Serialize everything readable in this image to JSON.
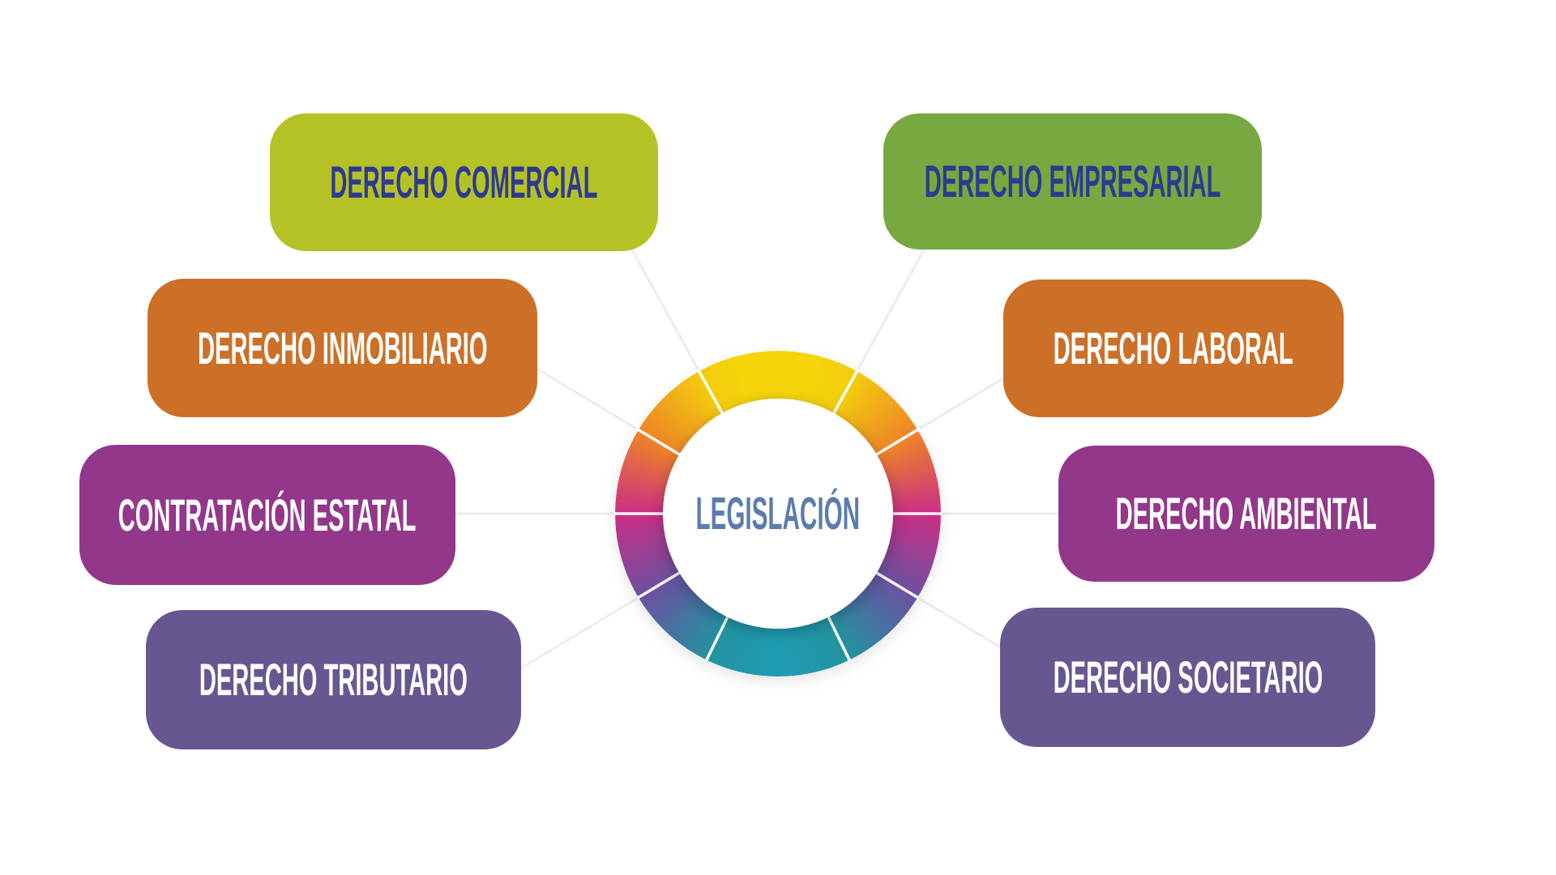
{
  "title": "LEGISLACIÓN",
  "center": {
    "label": "LEGISLACIÓN",
    "text_color": "#5b7cad",
    "ring_divider_color": "#ffffff",
    "ring_gradient_stops": [
      "#f5d40a",
      "#ee8526",
      "#ca2e84",
      "#6b51a0",
      "#23929f",
      "#1f9db4"
    ]
  },
  "connector_color": "#ececef",
  "nodes": [
    {
      "label": "DERECHO COMERCIAL",
      "side": "left",
      "color": "#b5c226",
      "text_color": "#2e3a90"
    },
    {
      "label": "DERECHO INMOBILIARIO",
      "side": "left",
      "color": "#cc7028",
      "text_color": "#ffffff"
    },
    {
      "label": "CONTRATACIÓN ESTATAL",
      "side": "left",
      "color": "#93378b",
      "text_color": "#ffffff"
    },
    {
      "label": "DERECHO TRIBUTARIO",
      "side": "left",
      "color": "#675791",
      "text_color": "#ffffff"
    },
    {
      "label": "DERECHO EMPRESARIAL",
      "side": "right",
      "color": "#78a840",
      "text_color": "#2e3a90"
    },
    {
      "label": "DERECHO LABORAL",
      "side": "right",
      "color": "#cc7028",
      "text_color": "#ffffff"
    },
    {
      "label": "DERECHO AMBIENTAL",
      "side": "right",
      "color": "#93378b",
      "text_color": "#ffffff"
    },
    {
      "label": "DERECHO SOCIETARIO",
      "side": "right",
      "color": "#675791",
      "text_color": "#ffffff"
    }
  ]
}
